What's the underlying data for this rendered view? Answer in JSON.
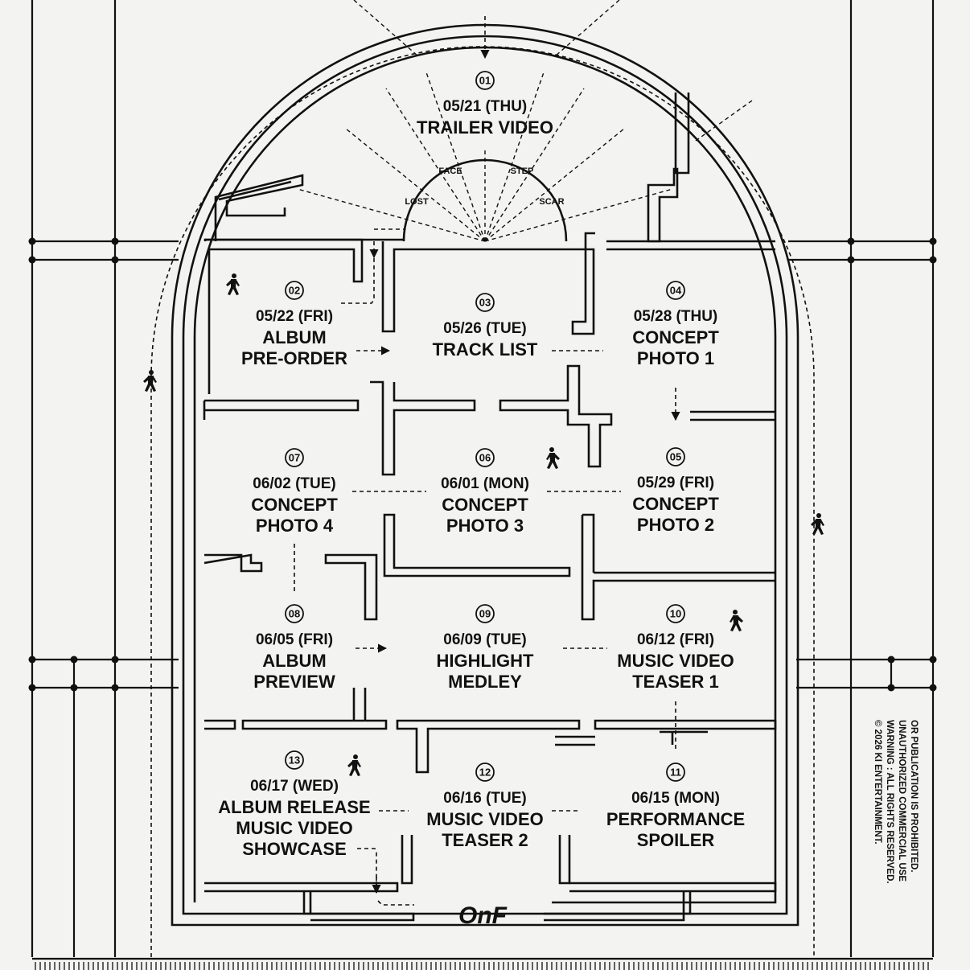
{
  "colors": {
    "ink": "#111111",
    "paper": "#f3f3f1"
  },
  "keywords": [
    "FACE",
    "STEP",
    "LOST",
    "SCAR"
  ],
  "schedule": [
    {
      "num": "01",
      "date": "05/21 (THU)",
      "title": [
        "TRAILER VIDEO"
      ]
    },
    {
      "num": "02",
      "date": "05/22 (FRI)",
      "title": [
        "ALBUM",
        "PRE-ORDER"
      ]
    },
    {
      "num": "03",
      "date": "05/26 (TUE)",
      "title": [
        "TRACK LIST"
      ]
    },
    {
      "num": "04",
      "date": "05/28 (THU)",
      "title": [
        "CONCEPT",
        "PHOTO 1"
      ]
    },
    {
      "num": "05",
      "date": "05/29 (FRI)",
      "title": [
        "CONCEPT",
        "PHOTO 2"
      ]
    },
    {
      "num": "06",
      "date": "06/01 (MON)",
      "title": [
        "CONCEPT",
        "PHOTO 3"
      ]
    },
    {
      "num": "07",
      "date": "06/02 (TUE)",
      "title": [
        "CONCEPT",
        "PHOTO 4"
      ]
    },
    {
      "num": "08",
      "date": "06/05 (FRI)",
      "title": [
        "ALBUM",
        "PREVIEW"
      ]
    },
    {
      "num": "09",
      "date": "06/09 (TUE)",
      "title": [
        "HIGHLIGHT",
        "MEDLEY"
      ]
    },
    {
      "num": "10",
      "date": "06/12 (FRI)",
      "title": [
        "MUSIC VIDEO",
        "TEASER 1"
      ]
    },
    {
      "num": "11",
      "date": "06/15 (MON)",
      "title": [
        "PERFORMANCE",
        "SPOILER"
      ]
    },
    {
      "num": "12",
      "date": "06/16 (TUE)",
      "title": [
        "MUSIC VIDEO",
        "TEASER 2"
      ]
    },
    {
      "num": "13",
      "date": "06/17 (WED)",
      "title": [
        "ALBUM RELEASE",
        "MUSIC VIDEO",
        "SHOWCASE"
      ]
    }
  ],
  "logo": "OnF",
  "copyright": [
    "© 2026 KI ENTERTAINMENT.",
    "WARNING : ALL RIGHTS RESERVED.",
    "UNAUTHORIZED COMMERCIAL USE",
    "OR PUBLICATION IS PROHIBITED."
  ],
  "icons": [
    "walking-figure-icon"
  ]
}
